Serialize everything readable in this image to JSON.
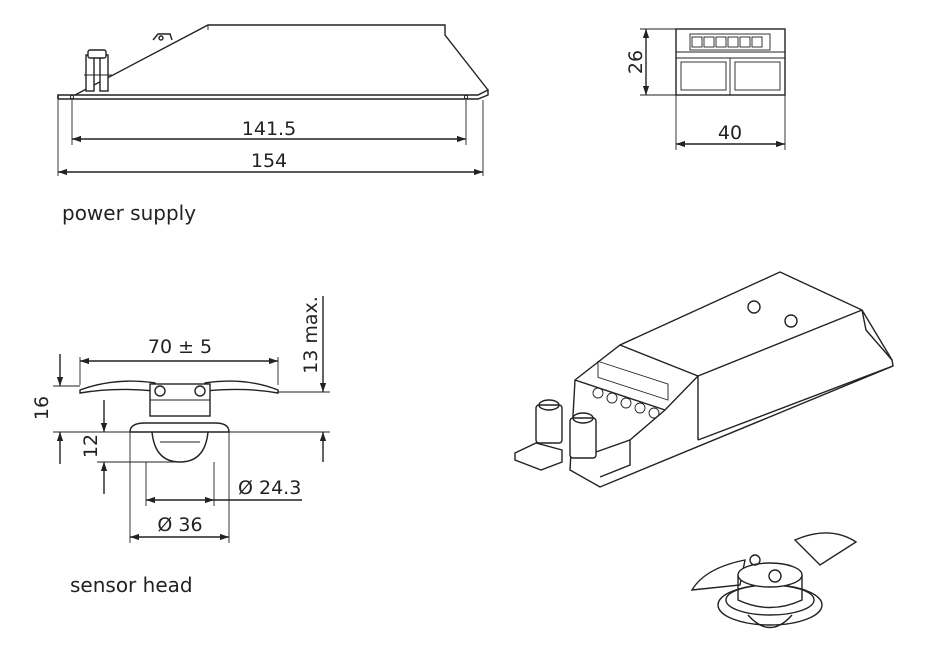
{
  "power_supply": {
    "caption": "power supply",
    "dim_length_inner": "141.5",
    "dim_length_total": "154",
    "dim_height": "26",
    "dim_width": "40"
  },
  "sensor_head": {
    "caption": "sensor head",
    "dim_span": "70 ± 5",
    "dim_max_height": "13 max.",
    "dim_height": "16",
    "dim_lens_height": "12",
    "dim_lens_diameter": "Ø 24.3",
    "dim_bezel_diameter": "Ø 36"
  }
}
